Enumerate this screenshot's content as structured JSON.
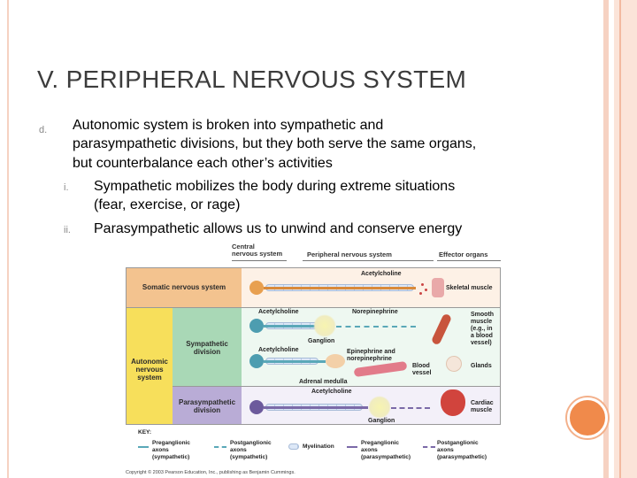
{
  "slide": {
    "title": "V. PERIPHERAL NERVOUS SYSTEM",
    "bullet_d_marker": "d.",
    "bullet_d_line1": "Autonomic system is broken into sympathetic and",
    "bullet_d_line2": "parasympathetic divisions, but they both serve the same organs,",
    "bullet_d_line3": "but counterbalance each other’s activities",
    "sub_i_marker": "i.",
    "sub_i_line1": "Sympathetic mobilizes the body during extreme situations",
    "sub_i_line2": "(fear, exercise, or rage)",
    "sub_ii_marker": "ii.",
    "sub_ii_line1": "Parasympathetic allows us to unwind and conserve energy"
  },
  "diagram": {
    "header_cns_1": "Central",
    "header_cns_2": "nervous system",
    "header_pns": "Peripheral nervous system",
    "header_effector": "Effector organs",
    "row_somatic": "Somatic nervous system",
    "autonomic_1": "Autonomic",
    "autonomic_2": "nervous",
    "autonomic_3": "system",
    "sympathetic_1": "Sympathetic",
    "sympathetic_2": "division",
    "parasympathetic_1": "Parasympathetic",
    "parasympathetic_2": "division",
    "acetylcholine": "Acetylcholine",
    "norepinephrine": "Norepinephrine",
    "ganglion": "Ganglion",
    "epinephrine_1": "Epinephrine and",
    "epinephrine_2": "norepinephrine",
    "adrenal_medulla": "Adrenal medulla",
    "blood_vessel_1": "Blood",
    "blood_vessel_2": "vessel",
    "skeletal_muscle": "Skeletal muscle",
    "smooth_1": "Smooth",
    "smooth_2": "muscle",
    "smooth_3": "(e.g., in",
    "smooth_4": "a blood",
    "smooth_5": "vessel)",
    "glands": "Glands",
    "cardiac_1": "Cardiac",
    "cardiac_2": "muscle",
    "key_title": "KEY:",
    "key_1a": "Preganglionic",
    "key_1b": "axons",
    "key_1c": "(sympathetic)",
    "key_2a": "Postganglionic",
    "key_2b": "axons",
    "key_2c": "(sympathetic)",
    "key_3": "Myelination",
    "key_4a": "Preganglionic",
    "key_4b": "axons",
    "key_4c": "(parasympathetic)",
    "key_5a": "Postganglionic",
    "key_5b": "axons",
    "key_5c": "(parasympathetic)",
    "copyright": "Copyright © 2003 Pearson Education, Inc., publishing as Benjamin Cummings."
  },
  "colors": {
    "somatic": "#f3c38f",
    "autonomic": "#f7df5b",
    "sympathetic": "#a9d8b6",
    "parasympathetic": "#b9acd6",
    "sym_axon": "#5aa8b8",
    "para_axon": "#7b6aa8",
    "somatic_axon": "#d98a3a",
    "accent": "#f08a4b"
  }
}
